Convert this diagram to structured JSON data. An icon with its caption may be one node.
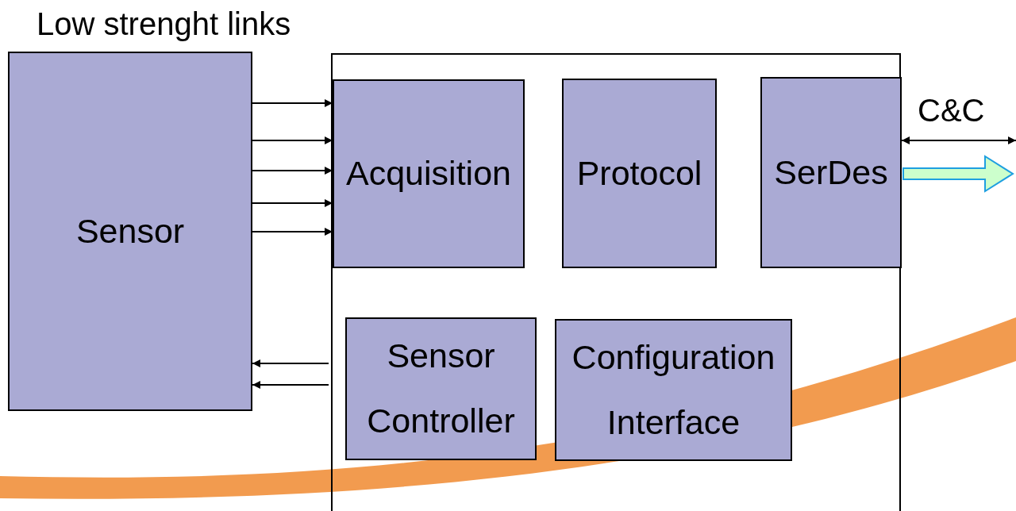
{
  "diagram": {
    "nodes": [
      {
        "text": [
          "Sensor"
        ]
      },
      {
        "text": [],
        "shape": "box"
      },
      {
        "text": [
          "Acquisition"
        ],
        "in": 1
      },
      {
        "text": [
          "Protocol"
        ],
        "in": 1
      },
      {
        "text": [
          "SerDes"
        ],
        "in": 1
      },
      {
        "text": [
          "Sensor Controller"
        ],
        "in": 1
      },
      {
        "text": [
          "Configuration Interface"
        ],
        "in": 1
      }
    ],
    "edges": [
      {
        "from": 0,
        "to": 2,
        "arrow": "to"
      },
      {
        "from": 0,
        "to": 2,
        "arrow": "to"
      },
      {
        "from": 0,
        "to": 2,
        "arrow": "to"
      },
      {
        "from": 0,
        "to": 2,
        "arrow": "to"
      },
      {
        "from": 0,
        "to": 2,
        "arrow": "to"
      },
      {
        "from": 1,
        "to": 0,
        "arrow": "to"
      },
      {
        "from": 1,
        "to": 0,
        "arrow": "to"
      },
      {
        "from": 4,
        "to": null,
        "arrow": "both",
        "label": "C&C"
      },
      {
        "from": 4,
        "to": null,
        "arrow": "to",
        "style": "thick",
        "color": "#ccffcc"
      }
    ],
    "labels": [
      "Low strenght links"
    ]
  }
}
